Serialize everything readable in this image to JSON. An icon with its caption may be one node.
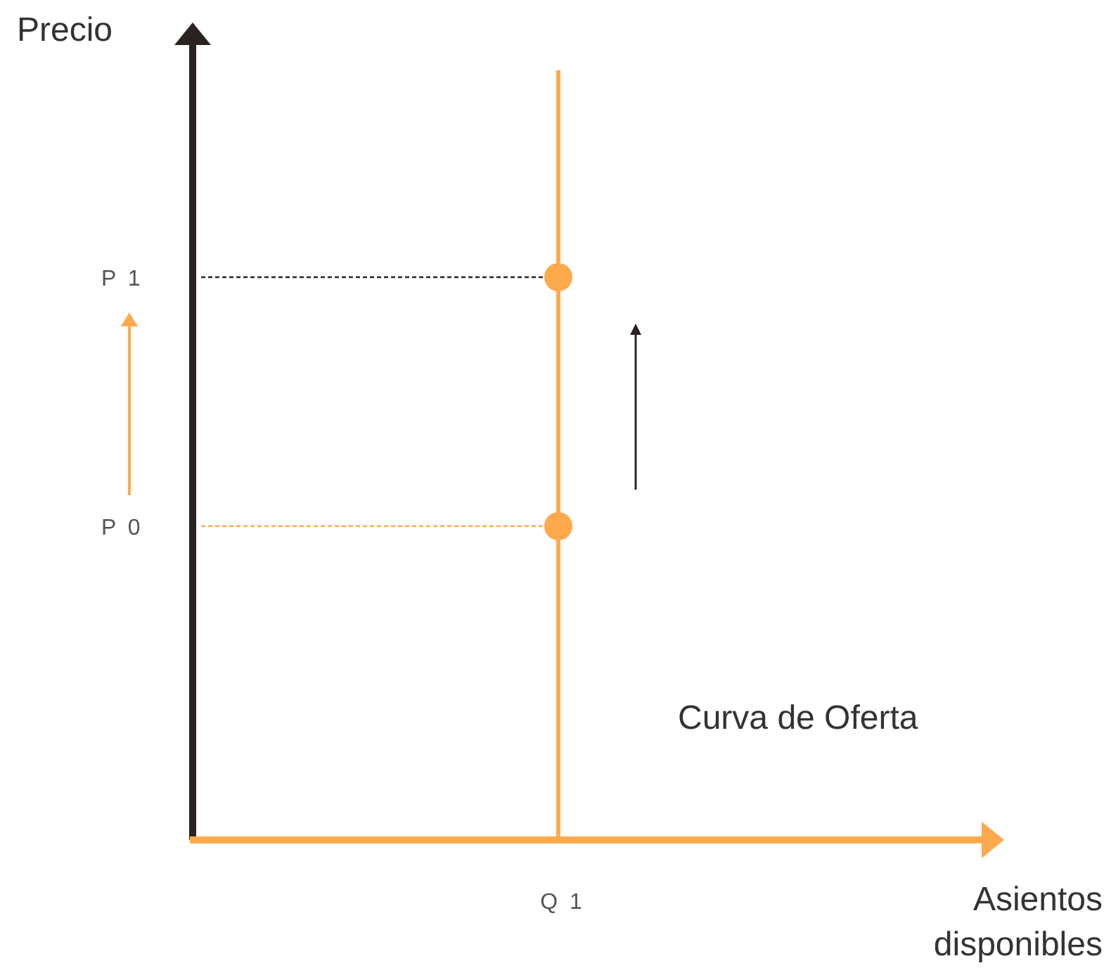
{
  "diagram": {
    "labels": [
      "Precio",
      "P 1",
      "P 0",
      "Curva de Oferta",
      "Q 1",
      "Asientos disponibles"
    ]
  }
}
